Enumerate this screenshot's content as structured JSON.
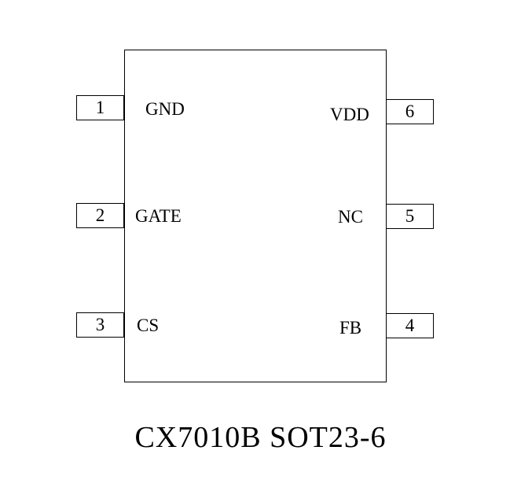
{
  "chip": {
    "caption": "CX7010B SOT23-6"
  },
  "pins": [
    {
      "number": "1",
      "label": "GND"
    },
    {
      "number": "2",
      "label": "GATE"
    },
    {
      "number": "3",
      "label": "CS"
    },
    {
      "number": "4",
      "label": "FB"
    },
    {
      "number": "5",
      "label": "NC"
    },
    {
      "number": "6",
      "label": "VDD"
    }
  ]
}
